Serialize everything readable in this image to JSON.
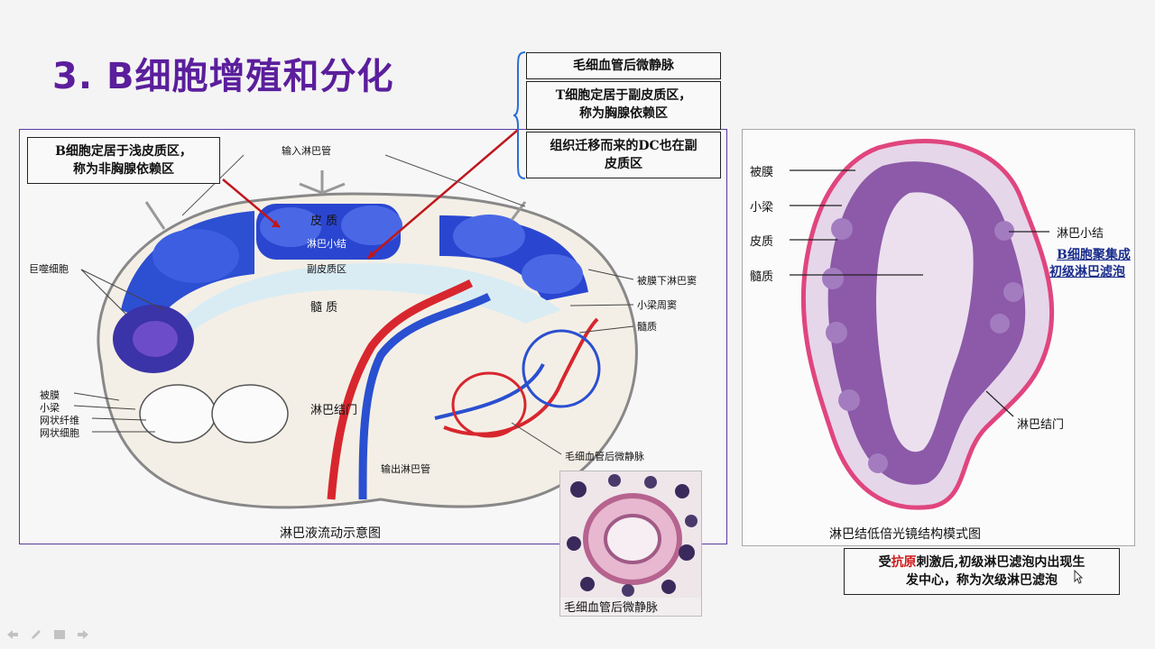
{
  "slide": {
    "title": "3. B细胞增殖和分化"
  },
  "callouts": {
    "b_cell_cortex_l1": "B细胞定居于浅皮质区，",
    "b_cell_cortex_l2": "称为非胸腺依赖区",
    "hev": "毛细血管后微静脉",
    "t_cell_l1": "T细胞定居于副皮质区，",
    "t_cell_l2": "称为胸腺依赖区",
    "dc_l1": "组织迁移而来的DC也在副",
    "dc_l2": "皮质区"
  },
  "left_diagram": {
    "top_label": "输入淋巴管",
    "cortex": "皮 质",
    "nodule": "淋巴小结",
    "paracortex": "副皮质区",
    "medulla": "髓 质",
    "hilum": "淋巴结门",
    "macrophage": "巨噬细胞",
    "capsule": "被膜",
    "trabecula": "小梁",
    "reticular_fiber": "网状纤维",
    "reticular_cell": "网状细胞",
    "subcapsular_sinus": "被膜下淋巴窦",
    "peritrabecular_sinus": "小梁周窦",
    "medulla_right": "髓质",
    "hev_label": "毛细血管后微静脉",
    "efferent": "输出淋巴管",
    "caption": "淋巴液流动示意图"
  },
  "micrograph": {
    "caption": "毛细血管后微静脉"
  },
  "right_diagram": {
    "capsule": "被膜",
    "trabecula": "小梁",
    "cortex": "皮质",
    "medulla": "髓质",
    "nodule": "淋巴小结",
    "b_follicle_l1": "B细胞聚集成",
    "b_follicle_l2": "初级淋巴滤泡",
    "hilum": "淋巴结门",
    "caption": "淋巴结低倍光镜结构模式图"
  },
  "bottom_note": {
    "pre": "受",
    "highlight": "抗原",
    "post": "刺激后,初级淋巴滤泡内出现生",
    "line2": "发中心，称为次级淋巴滤泡"
  },
  "colors": {
    "title": "#5b1e9c",
    "highlight": "#d01818",
    "link_blue": "#1a2d8c"
  }
}
